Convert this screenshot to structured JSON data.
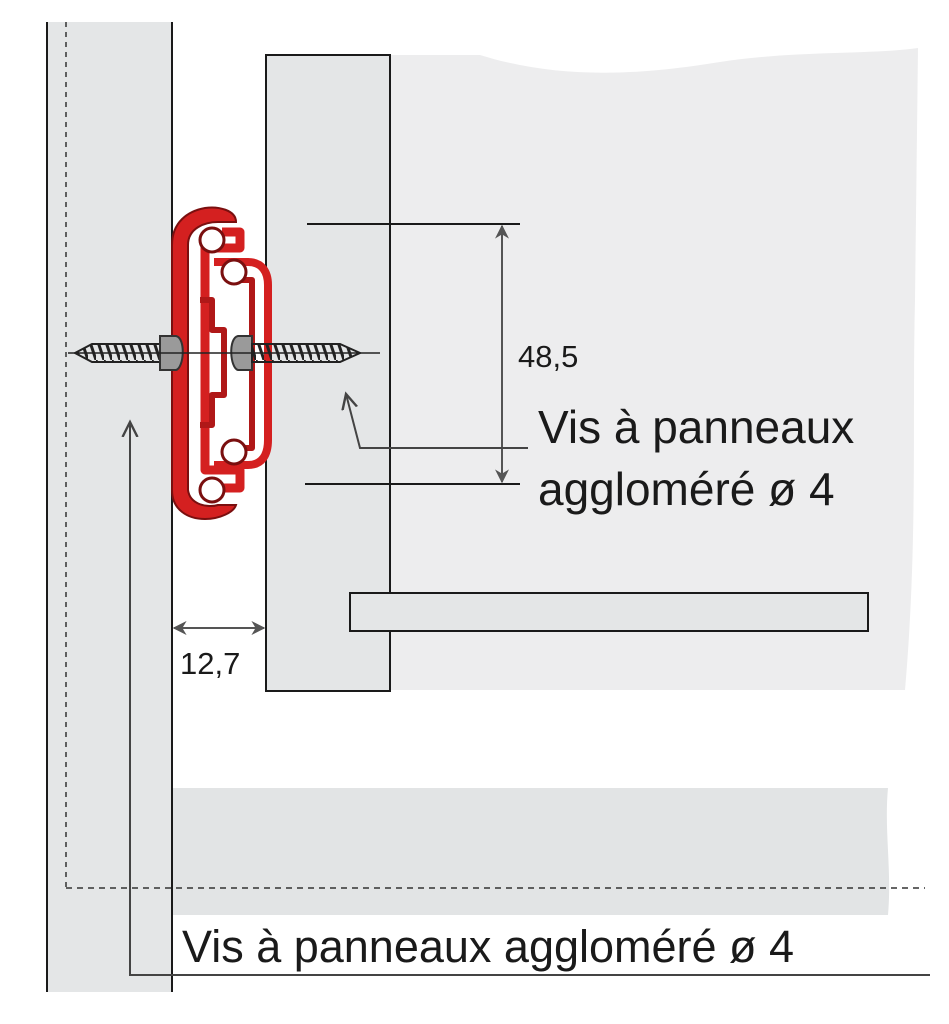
{
  "dimensions": {
    "height": "48,5",
    "gap": "12,7"
  },
  "callouts": {
    "screw_right_line1": "Vis à panneaux",
    "screw_right_line2": "aggloméré ø 4",
    "screw_left": "Vis à panneaux aggloméré ø 4"
  },
  "colors": {
    "panel_fill": "#e4e6e7",
    "drawer_fill": "#ededee",
    "slide_red": "#d42020",
    "line": "#1a1a1a",
    "arrow": "#555555"
  }
}
